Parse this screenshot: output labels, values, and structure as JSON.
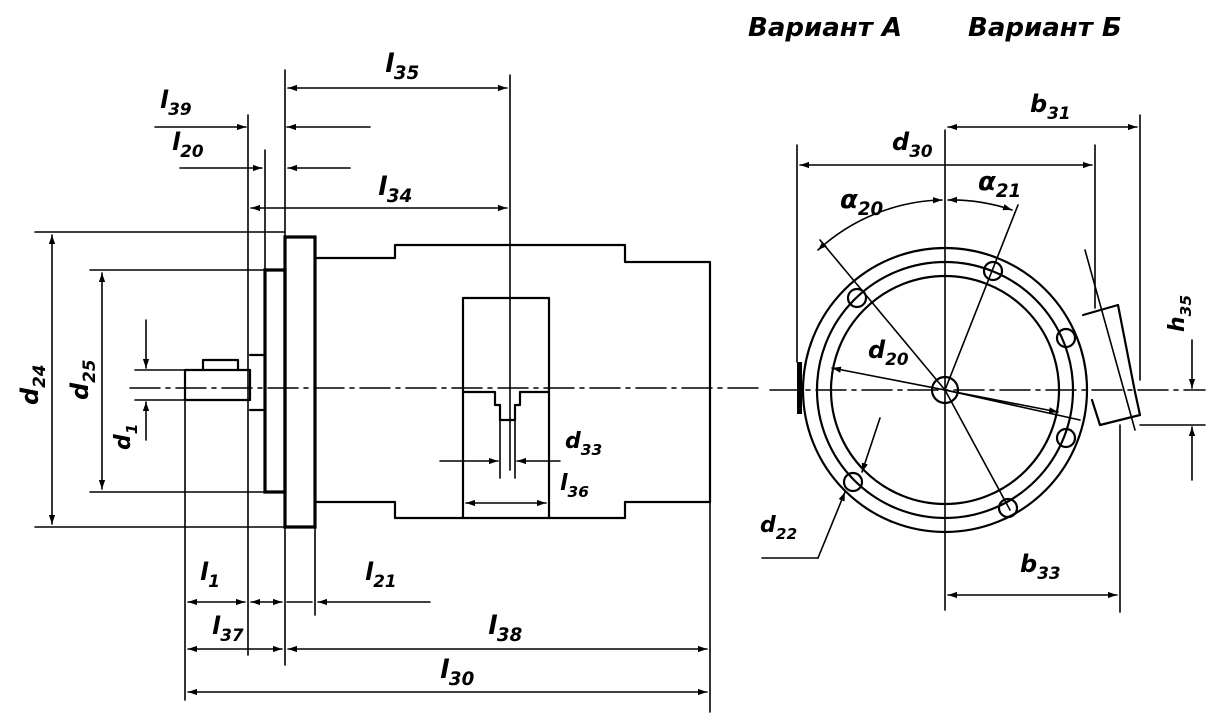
{
  "variants": {
    "a": "Вариант А",
    "b": "Вариант Б"
  },
  "labels": {
    "l35": [
      "l",
      "35"
    ],
    "l39": [
      "l",
      "39"
    ],
    "l20": [
      "l",
      "20"
    ],
    "l34": [
      "l",
      "34"
    ],
    "d24": [
      "d",
      "24"
    ],
    "d25": [
      "d",
      "25"
    ],
    "d1": [
      "d",
      "1"
    ],
    "d33": [
      "d",
      "33"
    ],
    "l36": [
      "l",
      "36"
    ],
    "l1": [
      "l",
      "1"
    ],
    "l37": [
      "l",
      "37"
    ],
    "l21": [
      "l",
      "21"
    ],
    "l38": [
      "l",
      "38"
    ],
    "l30": [
      "l",
      "30"
    ],
    "b31": [
      "b",
      "31"
    ],
    "d30": [
      "d",
      "30"
    ],
    "alpha20": [
      "α",
      "20"
    ],
    "alpha21": [
      "α",
      "21"
    ],
    "d20": [
      "d",
      "20"
    ],
    "h35": [
      "h",
      "35"
    ],
    "d22": [
      "d",
      "22"
    ],
    "b33": [
      "b",
      "33"
    ]
  }
}
